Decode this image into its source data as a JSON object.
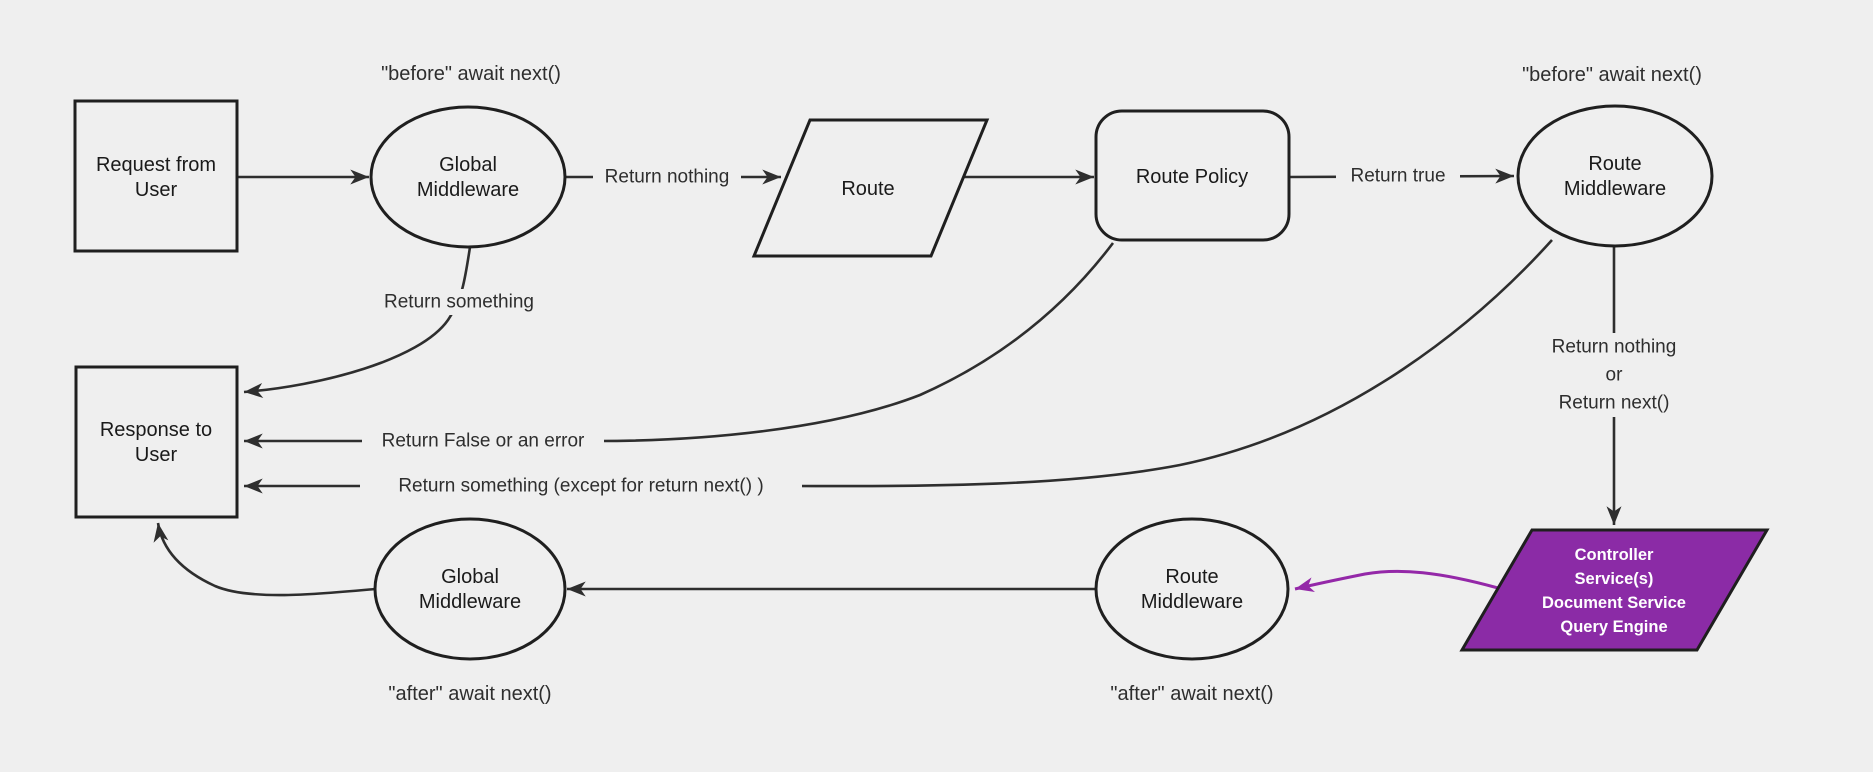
{
  "canvas": {
    "background": "#efefef",
    "node_stroke": "#1f1f1f",
    "edge_stroke": "#2e2e2e",
    "text_color": "#1a1a1a",
    "purple_fill": "#8b2ba6",
    "purple_arrow": "#9428a8",
    "purple_text_color": "#ffffff"
  },
  "nodes": {
    "request": {
      "lines": [
        "Request from",
        "User"
      ]
    },
    "global_mw_top": {
      "lines": [
        "Global",
        "Middleware"
      ]
    },
    "route": {
      "label": "Route"
    },
    "route_policy": {
      "label": "Route Policy"
    },
    "route_mw_top": {
      "lines": [
        "Route",
        "Middleware"
      ]
    },
    "response": {
      "lines": [
        "Response to",
        "User"
      ]
    },
    "controller": {
      "lines": [
        "Controller",
        "Service(s)",
        "Document Service",
        "Query Engine"
      ]
    },
    "route_mw_bottom": {
      "lines": [
        "Route",
        "Middleware"
      ]
    },
    "global_mw_bottom": {
      "lines": [
        "Global",
        "Middleware"
      ]
    }
  },
  "annotations": {
    "before_global": "\"before\" await next()",
    "before_route": "\"before\" await next()",
    "after_global": "\"after\" await next()",
    "after_route": "\"after\" await next()"
  },
  "edge_labels": {
    "return_nothing": "Return nothing",
    "return_true": "Return true",
    "return_something": "Return something",
    "return_false": "Return False or an error",
    "return_something_except": "Return something (except for return next() )",
    "return_nothing_or": [
      "Return nothing",
      "or",
      "Return next()"
    ]
  }
}
